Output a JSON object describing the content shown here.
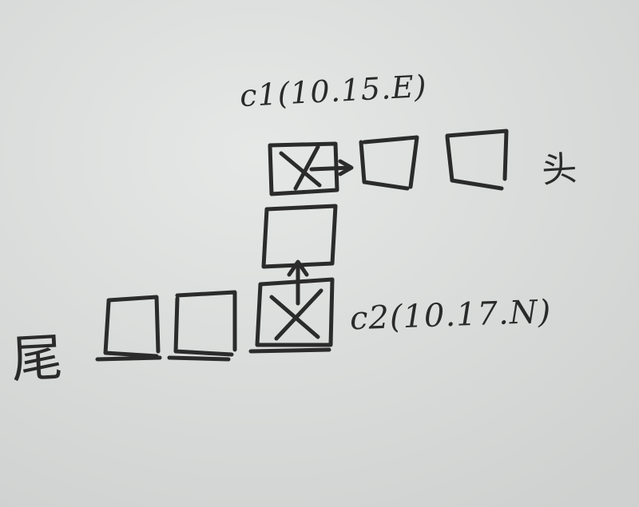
{
  "labels": {
    "c1": "c1(10.15.E)",
    "c2": "c2(10.17.N)",
    "head": "头",
    "tail": "尾"
  },
  "colors": {
    "paper": "#dcdedd",
    "ink": "#2a2a2a"
  },
  "marks": {
    "row_top_cells": [
      "crossed",
      "empty",
      "empty"
    ],
    "middle_cell": "empty",
    "row_bottom_cells": [
      "empty",
      "empty",
      "crossed"
    ]
  }
}
